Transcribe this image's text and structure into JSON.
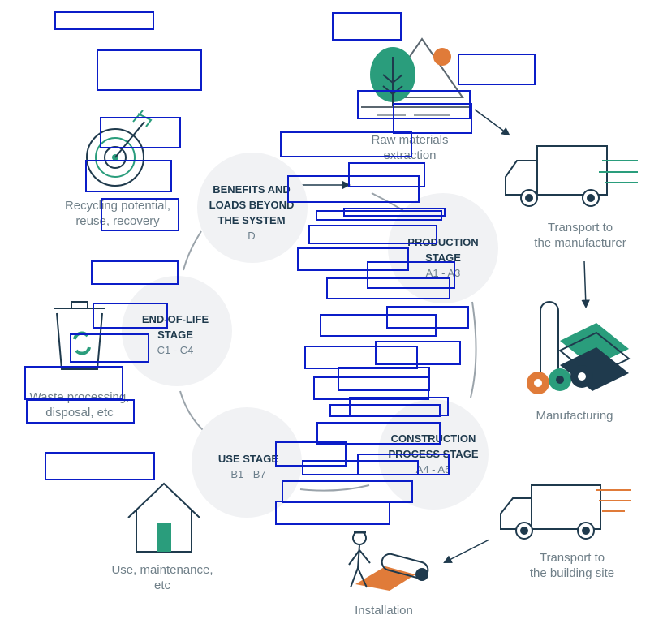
{
  "stages": {
    "benefits": {
      "title_1": "BENEFITS AND",
      "title_2": "LOADS BEYOND",
      "title_3": "THE SYSTEM",
      "code": "D"
    },
    "production": {
      "title_1": "PRODUCTION",
      "title_2": "STAGE",
      "code": "A1 - A3"
    },
    "end_of_life": {
      "title_1": "END-OF-LIFE",
      "title_2": "STAGE",
      "code": "C1 - C4"
    },
    "use": {
      "title_1": "USE STAGE",
      "code": "B1 - B7"
    },
    "construction": {
      "title_1": "CONSTRUCTION",
      "title_2": "PROCESS STAGE",
      "code": "A4 - A5"
    }
  },
  "steps": {
    "raw_materials": {
      "line_1": "Raw materials",
      "line_2": "extraction"
    },
    "transport_manufacturer": {
      "line_1": "Transport to",
      "line_2": "the manufacturer"
    },
    "manufacturing": {
      "line_1": "Manufacturing"
    },
    "transport_site": {
      "line_1": "Transport to",
      "line_2": "the building site"
    },
    "installation": {
      "line_1": "Installation"
    },
    "use_maintenance": {
      "line_1": "Use, maintenance,",
      "line_2": "etc"
    },
    "waste": {
      "line_1": "Waste processing,",
      "line_2": "disposal, etc"
    },
    "recycling": {
      "line_1": "Recycling potential,",
      "line_2": "reuse, recovery"
    }
  },
  "colors": {
    "navy": "#1f3a4d",
    "teal": "#2a9d7c",
    "orange": "#e07b39",
    "grey_line": "#5b6770",
    "overlay": "#0b1dc8"
  }
}
